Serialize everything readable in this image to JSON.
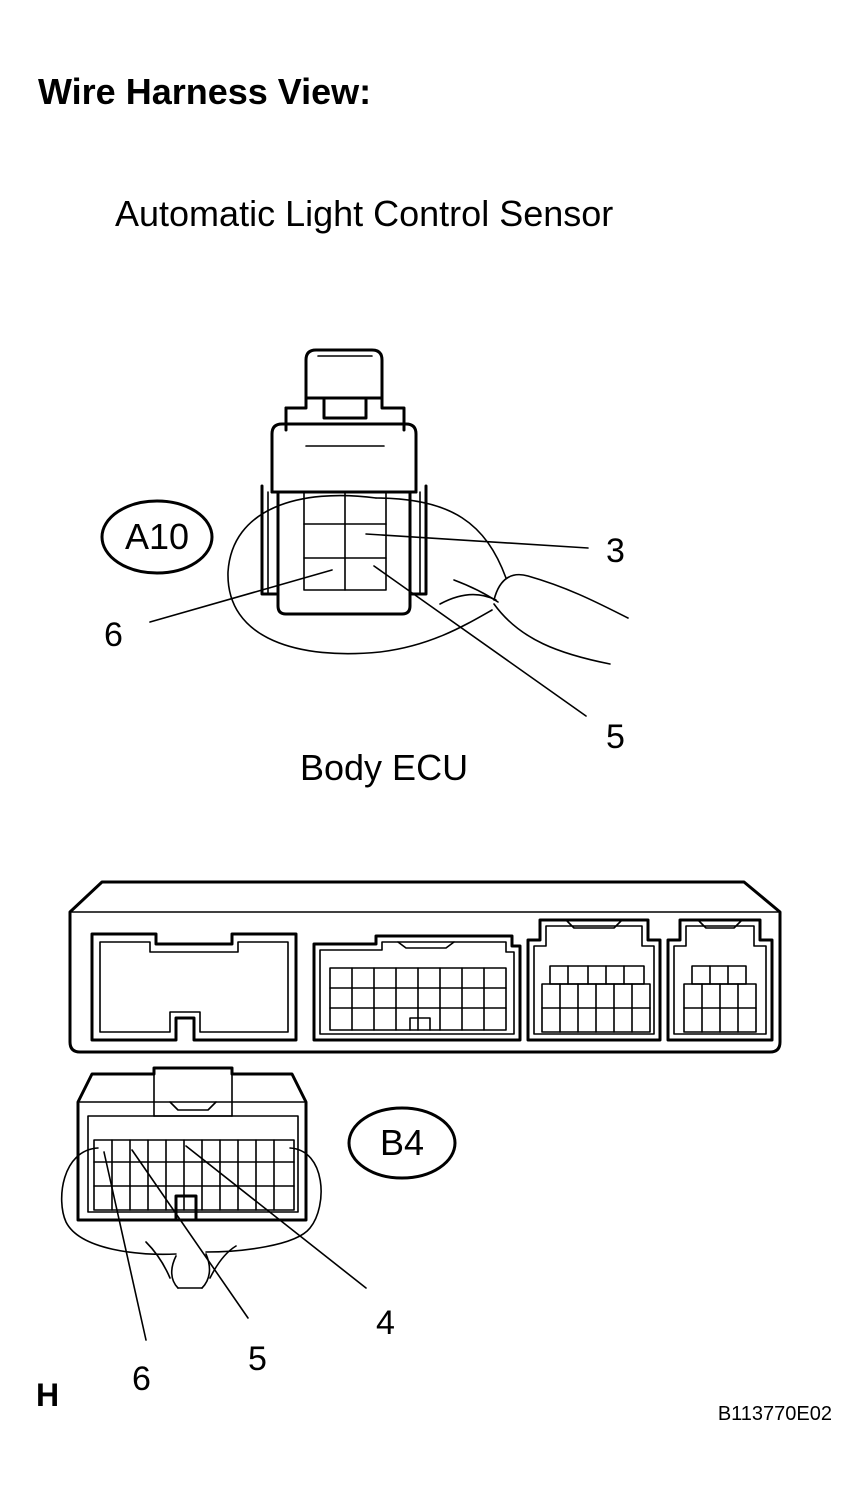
{
  "title": "Wire Harness View:",
  "connector_a": {
    "name": "Automatic Light Control Sensor",
    "code": "A10",
    "pins": [
      "3",
      "6",
      "5"
    ]
  },
  "connector_b": {
    "name": "Body ECU",
    "code": "B4",
    "pins": [
      "4",
      "5",
      "6"
    ]
  },
  "corner_letter": "H",
  "figure_id": "B113770E02"
}
